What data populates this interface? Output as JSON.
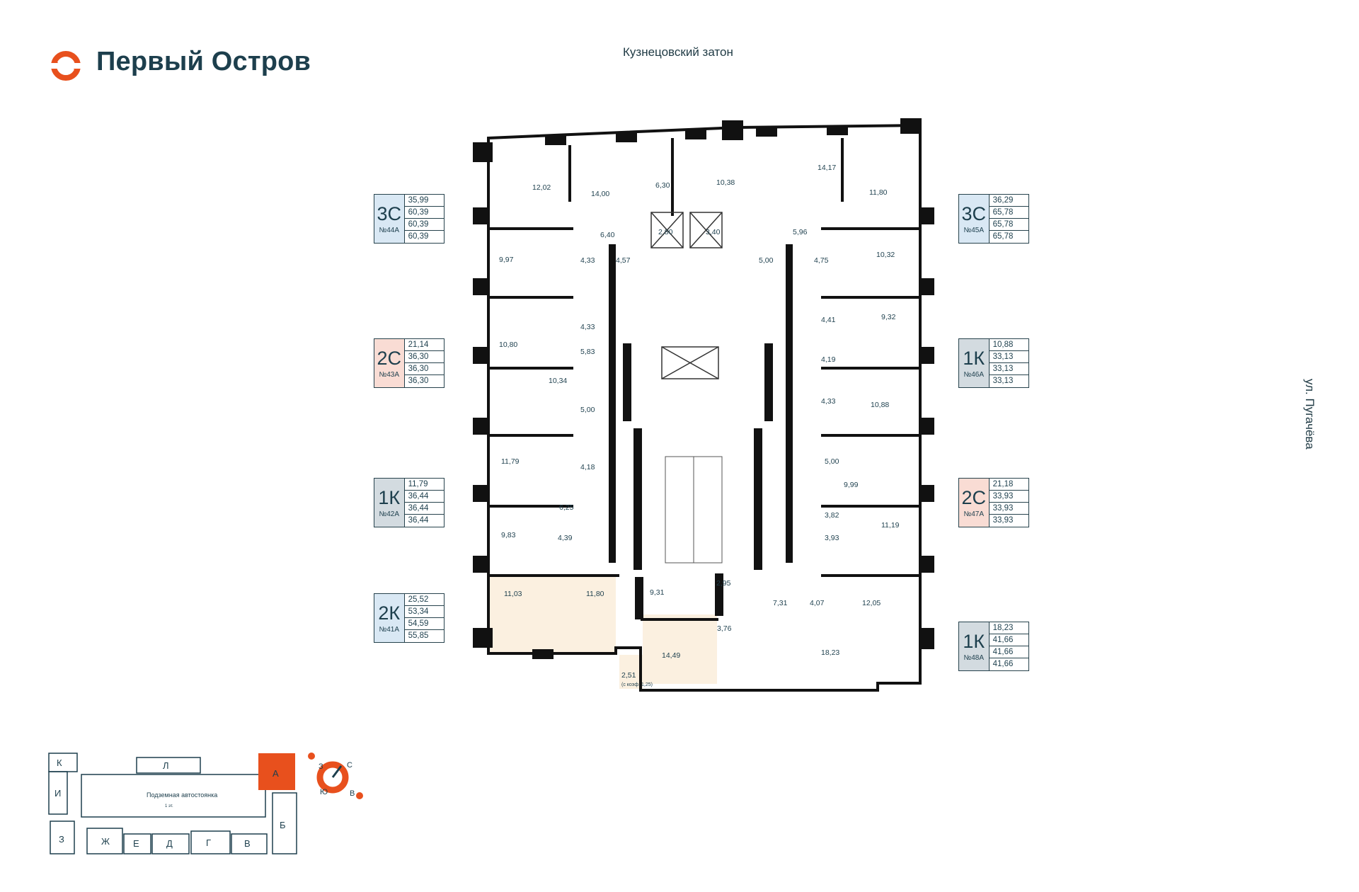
{
  "brand": {
    "name": "Первый Остров",
    "accent": "#e8501d"
  },
  "streets": {
    "top": "Кузнецовский затон",
    "side": "ул. Пугачёва"
  },
  "apartments_left": [
    {
      "code": "3С",
      "num": "№44А",
      "color": "blue",
      "areas": [
        "35,99",
        "60,39",
        "60,39",
        "60,39"
      ]
    },
    {
      "code": "2С",
      "num": "№43А",
      "color": "pink",
      "areas": [
        "21,14",
        "36,30",
        "36,30",
        "36,30"
      ]
    },
    {
      "code": "1К",
      "num": "№42А",
      "color": "gray",
      "areas": [
        "11,79",
        "36,44",
        "36,44",
        "36,44"
      ]
    },
    {
      "code": "2К",
      "num": "№41А",
      "color": "blue",
      "areas": [
        "25,52",
        "53,34",
        "54,59",
        "55,85"
      ]
    }
  ],
  "apartments_right": [
    {
      "code": "3С",
      "num": "№45А",
      "color": "blue",
      "areas": [
        "36,29",
        "65,78",
        "65,78",
        "65,78"
      ]
    },
    {
      "code": "1К",
      "num": "№46А",
      "color": "gray",
      "areas": [
        "10,88",
        "33,13",
        "33,13",
        "33,13"
      ]
    },
    {
      "code": "2С",
      "num": "№47А",
      "color": "pink",
      "areas": [
        "21,18",
        "33,93",
        "33,93",
        "33,93"
      ]
    },
    {
      "code": "1К",
      "num": "№48А",
      "color": "gray",
      "areas": [
        "18,23",
        "41,66",
        "41,66",
        "41,66"
      ]
    }
  ],
  "room_labels": [
    "12,02",
    "14,00",
    "6,30",
    "10,38",
    "14,17",
    "11,80",
    "6,40",
    "2,80",
    "3,40",
    "5,96",
    "9,97",
    "4,33",
    "4,57",
    "5,00",
    "4,75",
    "10,32",
    "4,33",
    "10,80",
    "5,83",
    "4,41",
    "9,32",
    "10,34",
    "5,00",
    "4,19",
    "11,79",
    "4,18",
    "4,33",
    "10,88",
    "5,00",
    "9,99",
    "6,25",
    "3,82",
    "9,83",
    "4,39",
    "3,93",
    "11,19",
    "11,03",
    "11,80",
    "9,31",
    "2,95",
    "7,31",
    "4,07",
    "12,05",
    "3,76",
    "14,49",
    "2,51",
    "(с коэф. 1,25)",
    "18,23"
  ],
  "keymap": {
    "sections": [
      "К",
      "Л",
      "А",
      "И",
      "Подземная автостоянка",
      "1 эт.",
      "З",
      "Ж",
      "Е",
      "Д",
      "Г",
      "В",
      "Б"
    ],
    "highlight": "А",
    "highlight_color": "#e8501d"
  },
  "compass": {
    "labels": [
      "З",
      "С",
      "Ю",
      "В"
    ]
  }
}
